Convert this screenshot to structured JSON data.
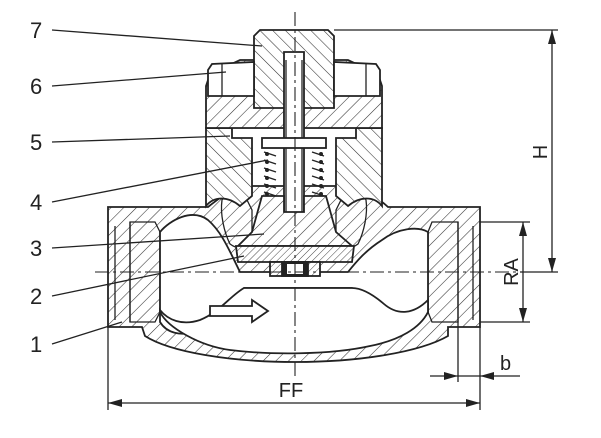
{
  "part_callouts": [
    "7",
    "6",
    "5",
    "4",
    "3",
    "2",
    "1"
  ],
  "dimensions": {
    "height": "H",
    "pipe_size": "RA",
    "face_to_face": "FF",
    "thread_length": "b"
  }
}
